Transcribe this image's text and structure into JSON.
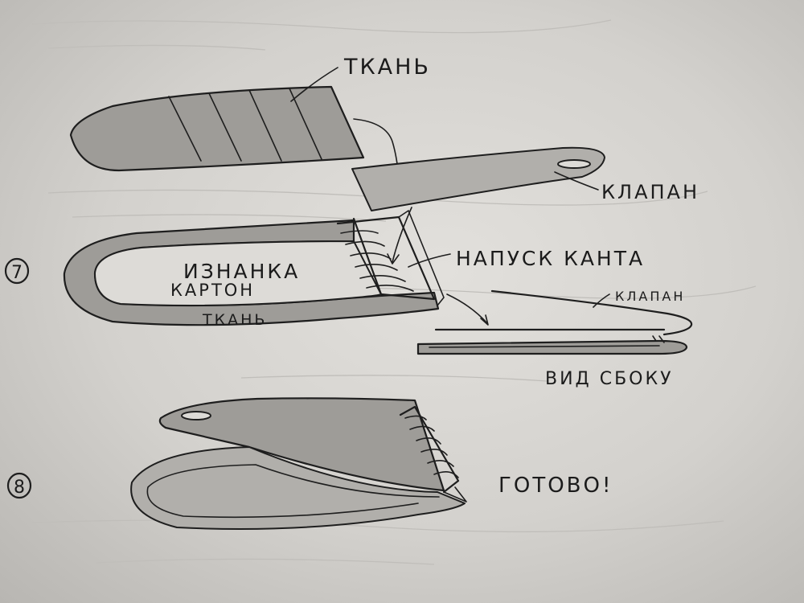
{
  "labels": {
    "fabric_top": "ТКАНЬ",
    "flap": "КЛАПАН",
    "wrong_side": "ИЗНАНКА",
    "cardboard": "КАРТОН",
    "fabric_bottom": "ТКАНЬ",
    "edge_overlap": "НАПУСК КАНТА",
    "flap_side": "КЛАПАН",
    "side_view": "ВИД СБОКУ",
    "done": "ГОТОВО!"
  },
  "steps": {
    "step7": "7",
    "step8": "8"
  },
  "colors": {
    "paper": "#dddbd7",
    "shading": "#9e9c98",
    "ink": "#1e1e1e"
  }
}
